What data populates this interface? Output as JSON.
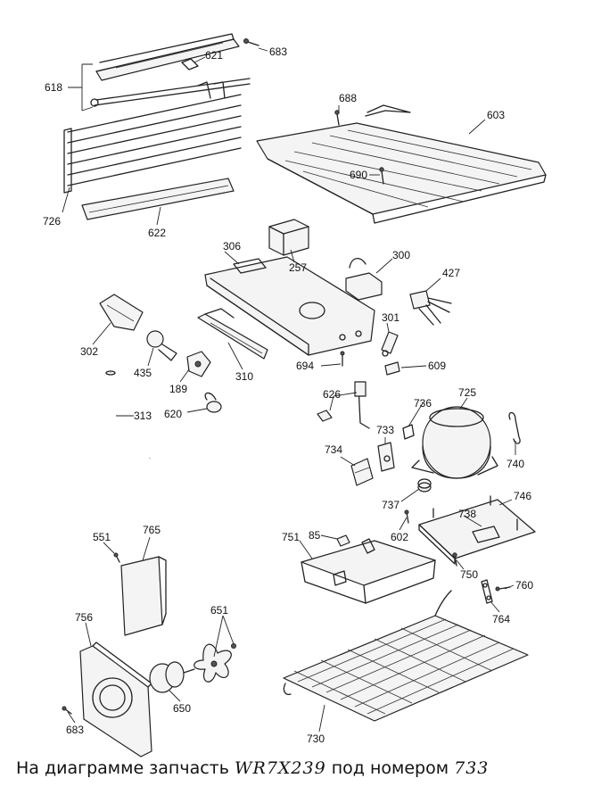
{
  "labels": {
    "l683a": "683",
    "l621": "621",
    "l618": "618",
    "l688": "688",
    "l603": "603",
    "l690": "690",
    "l726": "726",
    "l622": "622",
    "l306": "306",
    "l257": "257",
    "l300": "300",
    "l427": "427",
    "l302": "302",
    "l301": "301",
    "l435": "435",
    "l310": "310",
    "l694": "694",
    "l609": "609",
    "l189": "189",
    "l313": "313",
    "l620": "620",
    "l626": "626",
    "l736": "736",
    "l725": "725",
    "l733": "733",
    "l734": "734",
    "l740": "740",
    "l737": "737",
    "l746": "746",
    "l738": "738",
    "l551": "551",
    "l765": "765",
    "l751": "751",
    "l85": "85",
    "l602": "602",
    "l750": "750",
    "l760": "760",
    "l764": "764",
    "l756": "756",
    "l651": "651",
    "l650": "650",
    "l683b": "683",
    "l730": "730"
  },
  "caption": {
    "prefix": "На диаграмме запчасть",
    "part_code": "WR7X239",
    "middle": "под номером",
    "part_number": "733"
  }
}
